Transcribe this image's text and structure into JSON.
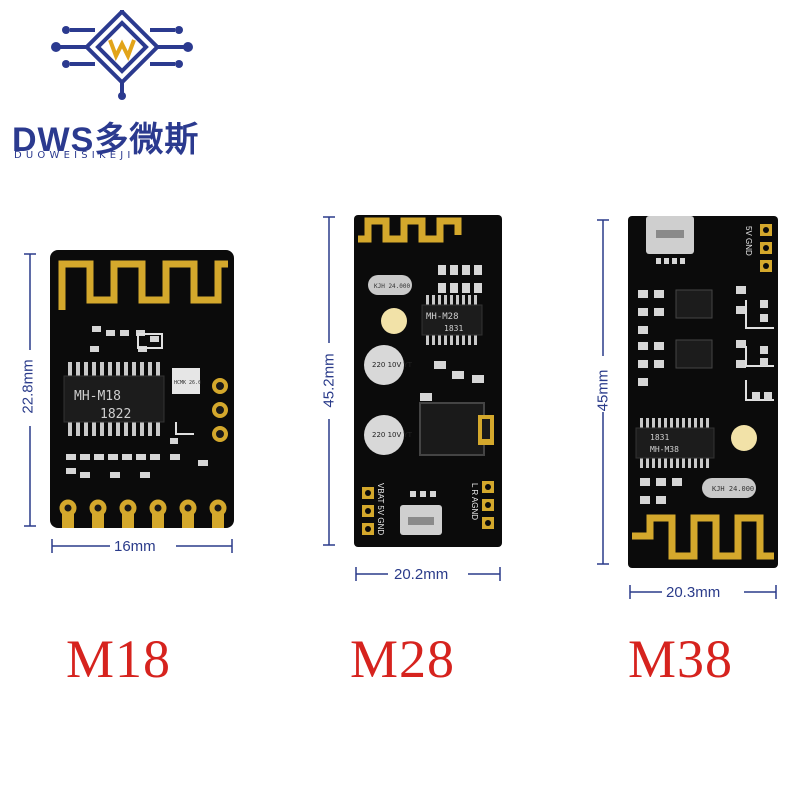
{
  "brand": {
    "name": "DWS多微斯",
    "subtitle": "DUOWEISIKEJI",
    "logo_icon": "circuit-logo-icon",
    "color": "#2b3a8f"
  },
  "products": [
    {
      "model": "M18",
      "width": "16mm",
      "height": "22.8mm",
      "chip_label": "MH-M18",
      "chip_code": "1822",
      "crystal_label": "HCMK 26.0"
    },
    {
      "model": "M28",
      "width": "20.2mm",
      "height": "45.2mm",
      "chip_label": "MH-M28",
      "chip_code": "1831",
      "crystal_label": "KJH 24.000",
      "cap1_label": "220 10V YT",
      "cap2_label": "220 10V YT",
      "pins_left": "VBAT 5V GND",
      "pins_right": "L R AGND"
    },
    {
      "model": "M38",
      "width": "20.3mm",
      "height": "45mm",
      "chip_label": "MH-M38",
      "chip_code": "1831",
      "crystal_label": "KJH 24.000",
      "pins_label": "5V GND"
    }
  ],
  "colors": {
    "pcb": "#0b0b0b",
    "gold": "#d4a82c",
    "dimension": "#2a3b8a",
    "model_label": "#d6231e"
  }
}
